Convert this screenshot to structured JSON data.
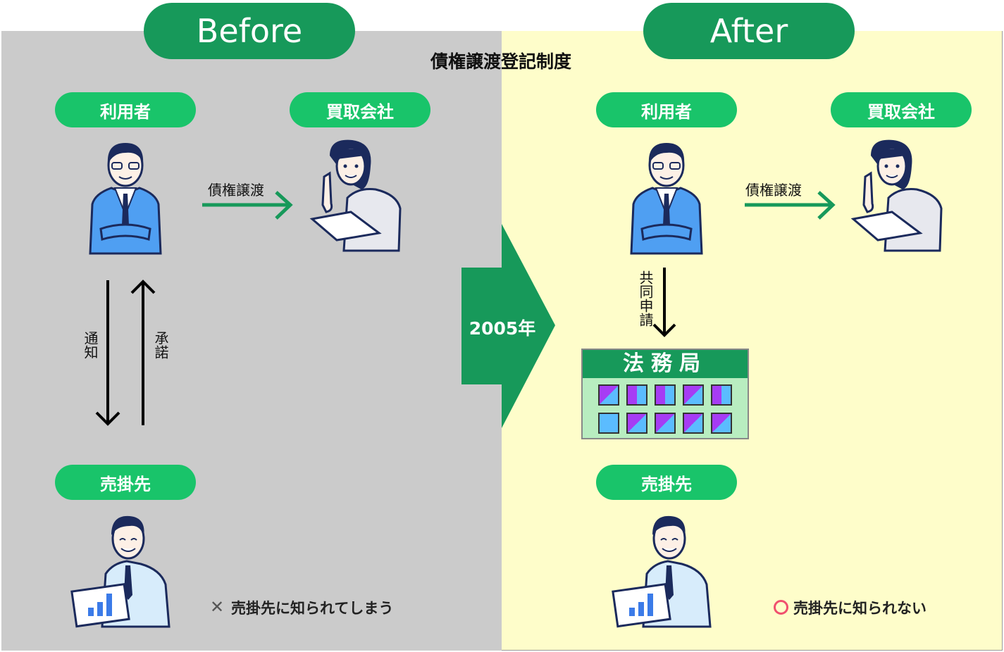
{
  "title": "債権譲渡登記制度",
  "before": {
    "label": "Before",
    "user": "利用者",
    "buyer": "買取会社",
    "debtor": "売掛先",
    "transfer": "債権譲渡",
    "notify": "通知",
    "consent": "承諾",
    "result_icon": "cross-icon",
    "result": "売掛先に知られてしまう"
  },
  "transition": {
    "label": "2005年"
  },
  "after": {
    "label": "After",
    "user": "利用者",
    "buyer": "買取会社",
    "debtor": "売掛先",
    "transfer": "債権譲渡",
    "joint": "共同申請",
    "office": "法務局",
    "result_icon": "circle-icon",
    "result": "売掛先に知られない"
  },
  "colors": {
    "dark_green": "#17995a",
    "green": "#19c46a",
    "before_bg": "#cbcbcb",
    "after_bg": "#fefdca",
    "ok": "#f0506e"
  }
}
